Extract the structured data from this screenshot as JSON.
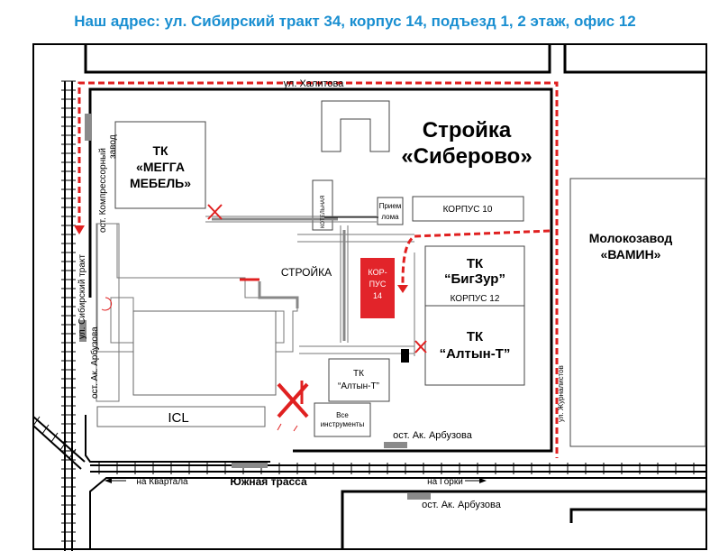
{
  "header": {
    "address": "Наш адрес: ул. Сибирский тракт 34, корпус 14, подъезд 1, 2 этаж, офис 12"
  },
  "map": {
    "streets": {
      "khalitova": "ул. Халитова",
      "sibirsky_trakt": "ул. Сибирский тракт",
      "ak_arbuzova": "ост. Ак. Арбузова",
      "zhurnalistov": "ул. Журналистов",
      "yuzhnaya_trassa": "Южная трасса",
      "na_kvartala": "на Квартала",
      "na_gorki": "на Горки"
    },
    "stops": {
      "kompressorny_line1": "ост. Компрессорный",
      "kompressorny_line2": "завод",
      "arbuzova_center": "ост. Ак. Арбузова",
      "arbuzova_bottom": "ост. Ак. Арбузова"
    },
    "buildings": {
      "stroika_line1": "Стройка",
      "stroika_line2": "«Сиберово»",
      "megga_line1": "ТК",
      "megga_line2": "«МЕГГА",
      "megga_line3": "МЕБЕЛЬ»",
      "kotelnaya": "КОТЕЛЬНАЯ",
      "priem_line1": "Прием",
      "priem_line2": "лома",
      "korpus10": "КОРПУС 10",
      "stroika_site": "СТРОЙКА",
      "korpus14_line1": "КОР-",
      "korpus14_line2": "ПУС",
      "korpus14_line3": "14",
      "bigzur_line1": "ТК",
      "bigzur_line2": "“БигЗур”",
      "bigzur_line3": "КОРПУС 12",
      "altyn_big_line1": "ТК",
      "altyn_big_line2": "“Алтын-Т”",
      "altyn_small_line1": "ТК",
      "altyn_small_line2": "“Алтын-Т”",
      "vse_line1": "Все",
      "vse_line2": "инструменты",
      "icl": "ICL",
      "molokozavod_line1": "Молокозавод",
      "molokozavod_line2": "«ВАМИН»"
    },
    "colors": {
      "header": "#1a8fd1",
      "route": "#e02020",
      "target": "#e2242a",
      "gray_marker": "#8a8a8a"
    }
  }
}
